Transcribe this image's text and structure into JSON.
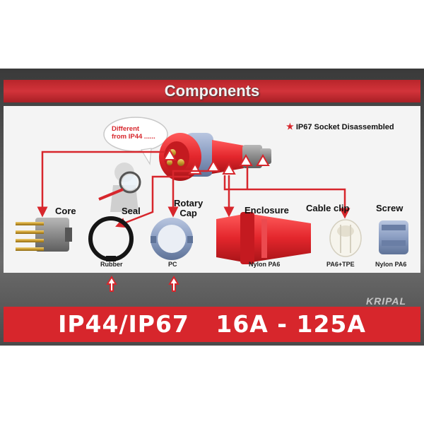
{
  "header": {
    "title": "Components"
  },
  "legend": {
    "star_icon": "star-icon",
    "text": "IP67 Socket Disassembled"
  },
  "bubble": {
    "line1": "Different",
    "line2": "from IP44  ......"
  },
  "components": {
    "core": {
      "label": "Core"
    },
    "seal": {
      "label": "Seal",
      "material": "Rubber"
    },
    "rotary_cap": {
      "label_line1": "Rotary",
      "label_line2": "Cap",
      "material": "PC"
    },
    "enclosure": {
      "label": "Enclosure",
      "material": "Nylon PA6"
    },
    "cable_clip": {
      "label": "Cable clip",
      "material": "PA6+TPE"
    },
    "screw": {
      "label": "Screw",
      "material": "Nylon PA6"
    }
  },
  "brand": {
    "name": "KRIPAL"
  },
  "spec": {
    "text": "IP44/IP67   16A - 125A"
  },
  "colors": {
    "red": "#d7262c",
    "dark_bg": "#4d4d4d",
    "blue_grey": "#8fa3c7"
  }
}
